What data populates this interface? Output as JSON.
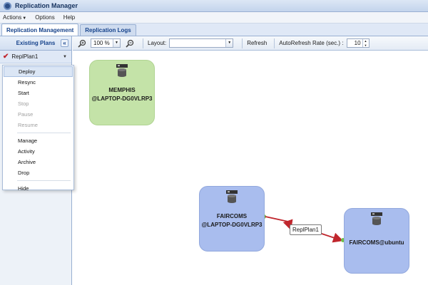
{
  "window": {
    "title": "Replication Manager"
  },
  "menu": {
    "actions": "Actions",
    "options": "Options",
    "help": "Help"
  },
  "tabs": [
    {
      "label": "Replication Management",
      "active": true
    },
    {
      "label": "Replication Logs",
      "active": false
    }
  ],
  "sidebar": {
    "header": "Existing Plans",
    "collapse": "«",
    "plan": {
      "label": "ReplPlan1",
      "status_icon": "check-icon"
    }
  },
  "context_menu": [
    {
      "label": "Deploy",
      "enabled": true,
      "hover": true
    },
    {
      "label": "Resync",
      "enabled": true
    },
    {
      "label": "Start",
      "enabled": true
    },
    {
      "label": "Stop",
      "enabled": false
    },
    {
      "label": "Pause",
      "enabled": false
    },
    {
      "label": "Resume",
      "enabled": false
    },
    {
      "label": "Manage",
      "enabled": true
    },
    {
      "label": "Activity",
      "enabled": true
    },
    {
      "label": "Archive",
      "enabled": true
    },
    {
      "label": "Drop",
      "enabled": true
    },
    {
      "label": "Hide",
      "enabled": true
    }
  ],
  "toolbar": {
    "zoom_value": "100 %",
    "layout_label": "Layout:",
    "layout_value": "",
    "refresh": "Refresh",
    "autorefresh_label": "AutoRefresh Rate (sec.) :",
    "autorefresh_value": "10"
  },
  "diagram": {
    "nodes": [
      {
        "id": "memphis",
        "line1": "MEMPHIS",
        "line2": "@LAPTOP-DG0VLRP3",
        "color": "green"
      },
      {
        "id": "faircoms",
        "line1": "FAIRCOMS",
        "line2": "@LAPTOP-DG0VLRP3",
        "color": "blue"
      },
      {
        "id": "ubuntu",
        "line1": "FAIRCOMS@ubuntu",
        "line2": "",
        "color": "blue"
      }
    ],
    "edge_label": "ReplPlan1",
    "edge_color": "#c0262d"
  },
  "colors": {
    "accent": "#15428b",
    "node_green": "#c4e3a8",
    "node_blue": "#a9bdee"
  }
}
